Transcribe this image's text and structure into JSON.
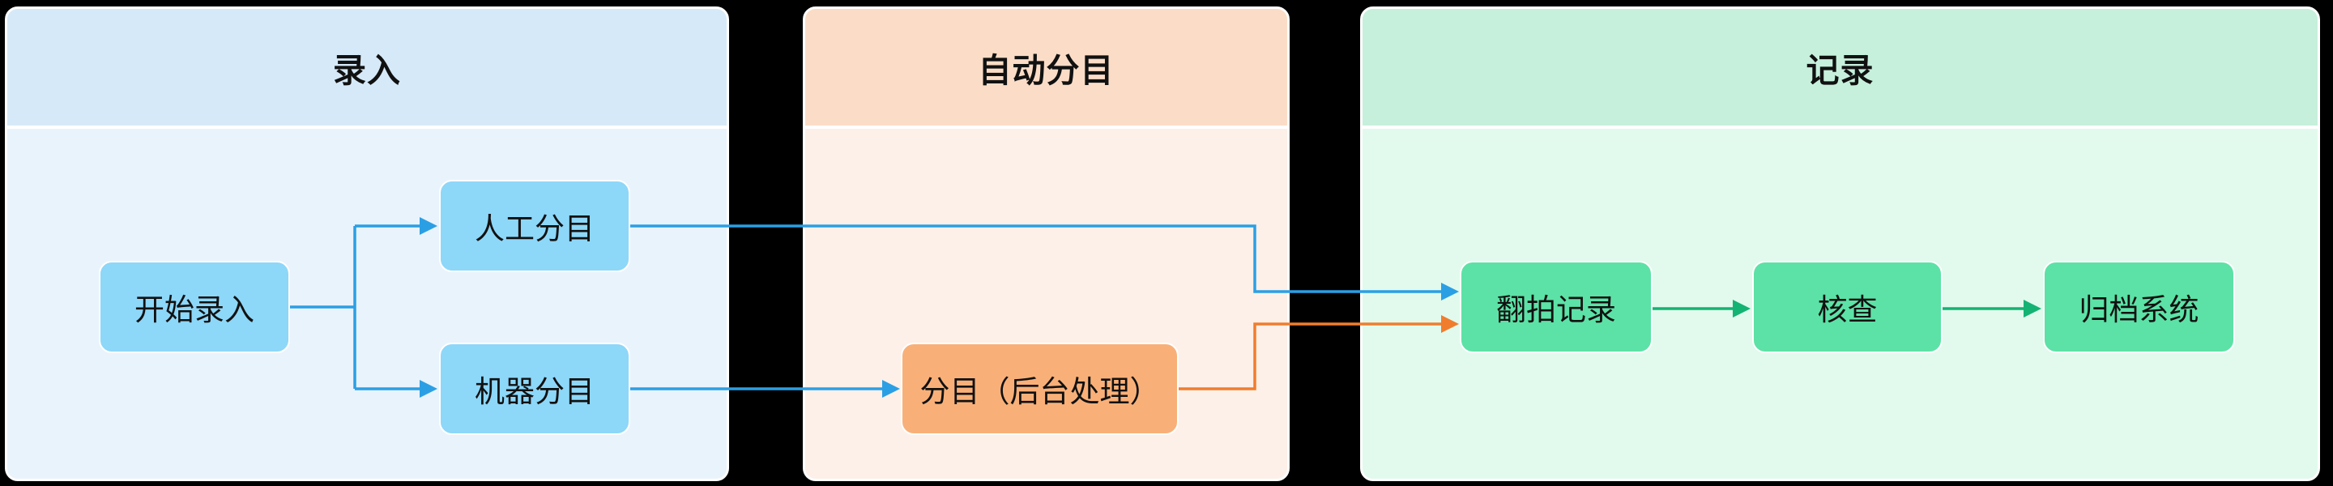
{
  "diagram": {
    "type": "swimlane-flowchart",
    "background": "#000000"
  },
  "colors": {
    "lane_border": "#ffffff",
    "entry_header_bg": "#d6e9f8",
    "entry_body_bg": "#e9f3fc",
    "auto_header_bg": "#fbddc7",
    "auto_body_bg": "#fdf0e8",
    "record_header_bg": "#c6f0dc",
    "record_body_bg": "#e1faed",
    "blue_node_bg": "#8dd7f9",
    "orange_node_bg": "#f9b078",
    "green_node_bg": "#5ce2a6",
    "blue_connector": "#2b9fe4",
    "orange_connector": "#f07d2d",
    "green_connector": "#14b374",
    "text": "#111111"
  },
  "lanes": [
    {
      "id": "entry",
      "title": "录入"
    },
    {
      "id": "auto",
      "title": "自动分目"
    },
    {
      "id": "record",
      "title": "记录"
    }
  ],
  "nodes": {
    "start": {
      "label": "开始录入",
      "lane": "录入"
    },
    "manual": {
      "label": "人工分目",
      "lane": "录入"
    },
    "machine": {
      "label": "机器分目",
      "lane": "录入"
    },
    "catalog": {
      "label": "分目（后台处理）",
      "lane": "自动分目"
    },
    "rephoto": {
      "label": "翻拍记录",
      "lane": "记录"
    },
    "check": {
      "label": "核查",
      "lane": "记录"
    },
    "archive": {
      "label": "归档系统",
      "lane": "记录"
    }
  },
  "edges": [
    {
      "from": "开始录入",
      "to": "人工分目",
      "color": "#2b9fe4"
    },
    {
      "from": "开始录入",
      "to": "机器分目",
      "color": "#2b9fe4"
    },
    {
      "from": "人工分目",
      "to": "翻拍记录",
      "color": "#2b9fe4"
    },
    {
      "from": "机器分目",
      "to": "分目（后台处理）",
      "color": "#2b9fe4"
    },
    {
      "from": "分目（后台处理）",
      "to": "翻拍记录",
      "color": "#f07d2d"
    },
    {
      "from": "翻拍记录",
      "to": "核查",
      "color": "#14b374"
    },
    {
      "from": "核查",
      "to": "归档系统",
      "color": "#14b374"
    }
  ]
}
